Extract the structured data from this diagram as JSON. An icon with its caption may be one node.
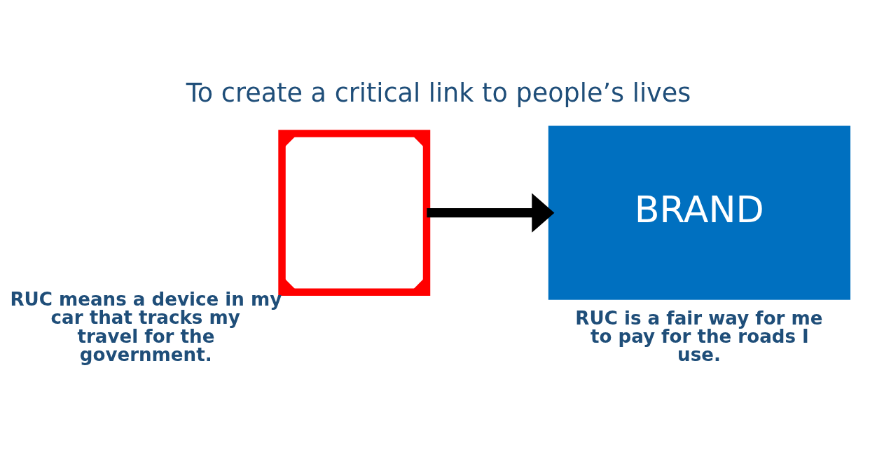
{
  "diagram": {
    "title": "To create a critical link to people’s lives",
    "nodes": [
      {
        "text": [],
        "shape": "cross",
        "beside": [
          "RUC means a device in my car that tracks my travel for the government."
        ]
      },
      {
        "text": [
          "BRAND"
        ],
        "beside": [
          "RUC is a fair way for me to pay for the roads I use."
        ]
      }
    ],
    "edges": [
      {
        "from": 0,
        "to": 1,
        "arrow": "to"
      }
    ]
  }
}
